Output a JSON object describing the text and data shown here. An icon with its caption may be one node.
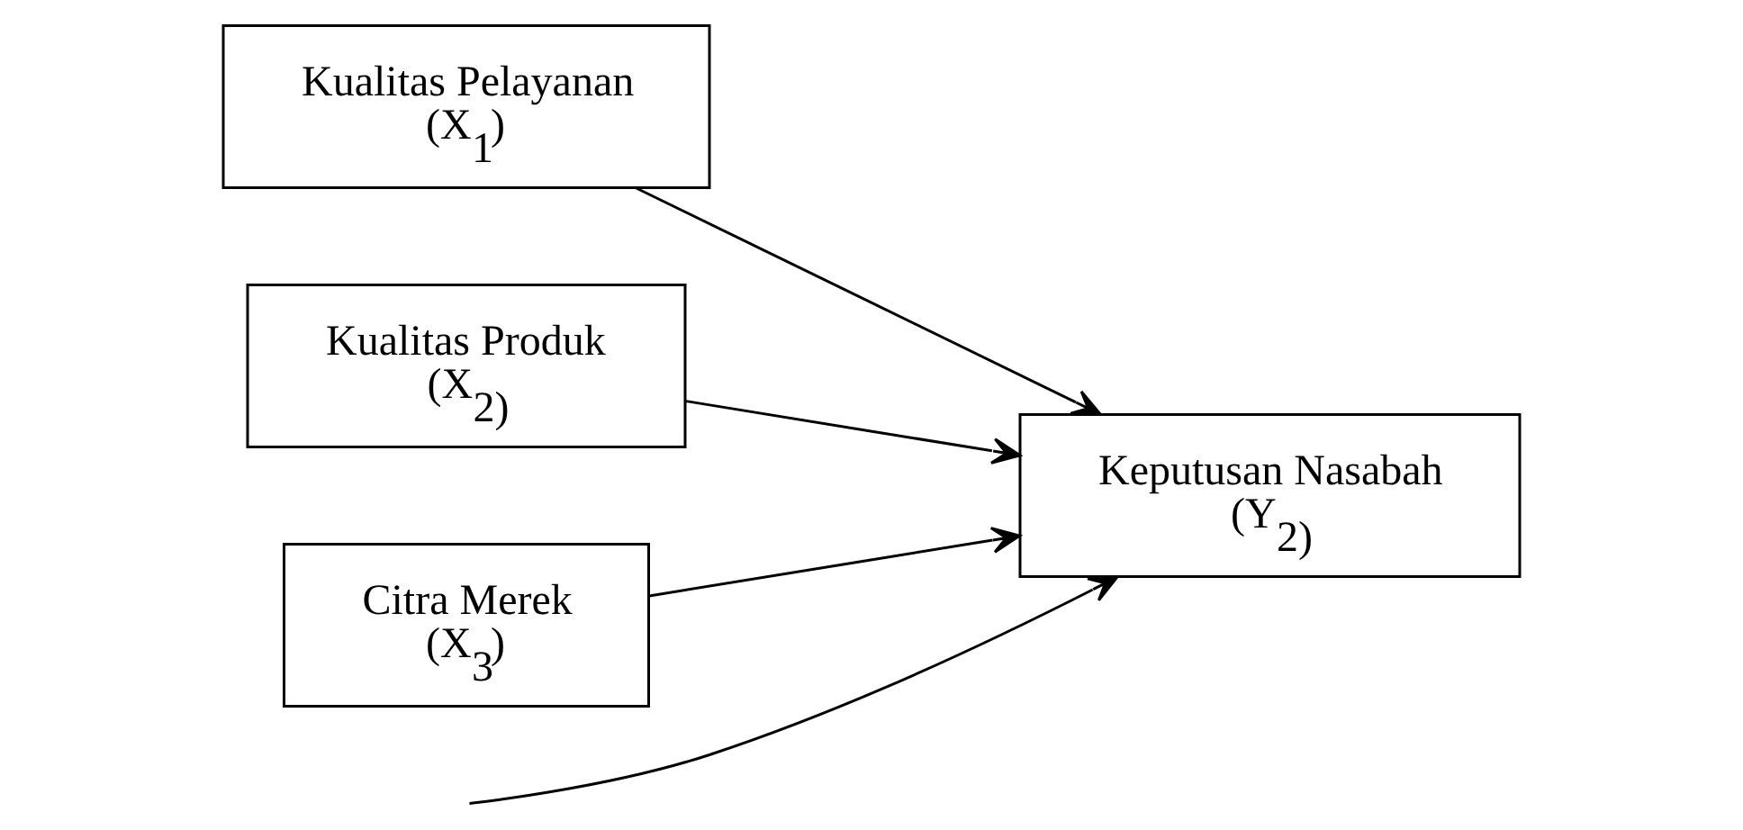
{
  "diagram": {
    "nodes": [
      {
        "text": [
          "Kualitas Pelayanan",
          "(X$_{1}$)"
        ]
      },
      {
        "text": [
          "Kualitas Produk",
          "(X$_{2)}$"
        ]
      },
      {
        "text": [
          "Citra Merek",
          "(X$_{3}$)"
        ]
      },
      {
        "text": [
          "Keputusan Nasabah",
          "(Y$_{2)}$"
        ]
      }
    ],
    "edges": [
      {
        "from": 0,
        "to": 3,
        "arrow": "to"
      },
      {
        "from": 1,
        "to": 3,
        "arrow": "to"
      },
      {
        "from": 2,
        "to": 3,
        "arrow": "to"
      },
      {
        "from": null,
        "to": 3,
        "arrow": "to"
      }
    ]
  }
}
